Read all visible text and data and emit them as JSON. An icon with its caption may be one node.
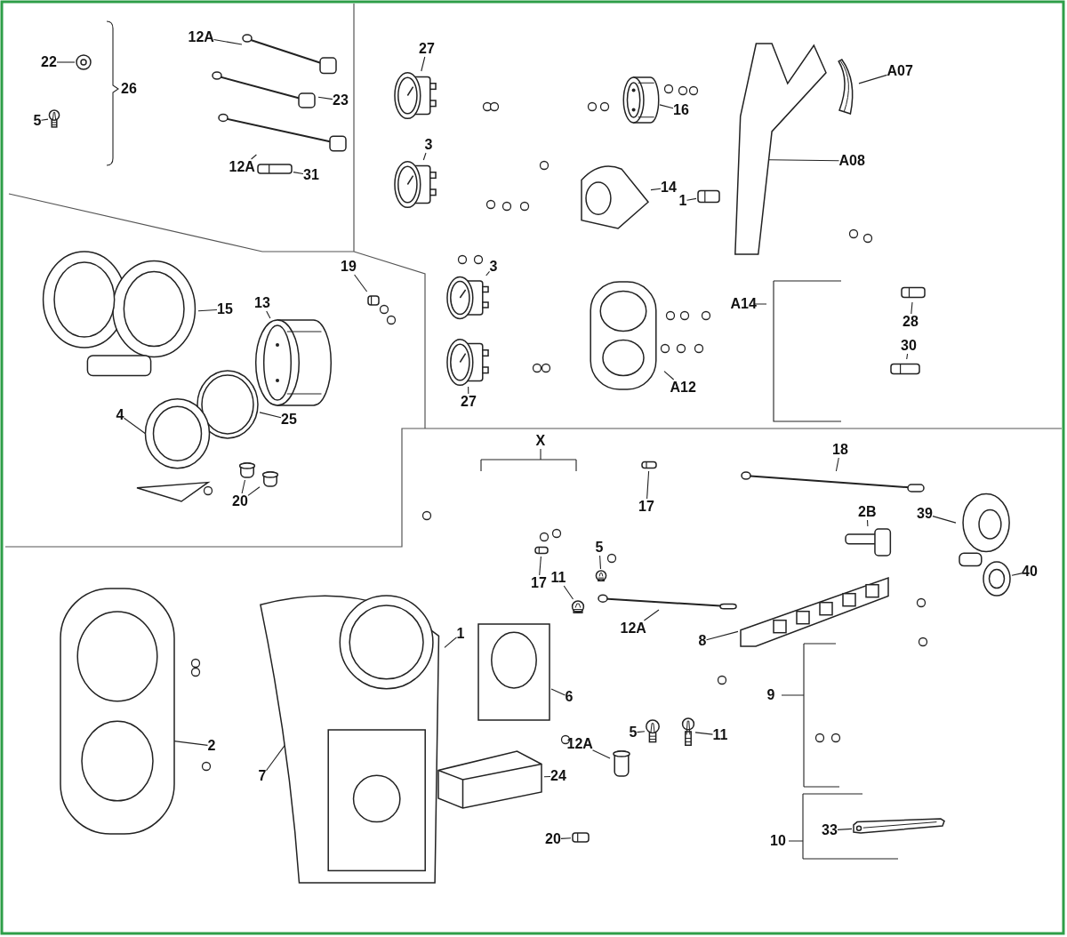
{
  "diagram": {
    "nodes": [
      {
        "text": [
          "12A"
        ]
      },
      {
        "text": [],
        "shape": "picture"
      },
      {
        "text": [
          "22"
        ]
      },
      {
        "text": [],
        "shape": "picture"
      },
      {
        "text": [
          "5"
        ]
      },
      {
        "text": [],
        "shape": "picture"
      },
      {
        "text": [
          "23"
        ]
      },
      {
        "text": [],
        "shape": "picture"
      },
      {
        "text": [
          "12A"
        ]
      },
      {
        "text": [],
        "shape": "picture"
      },
      {
        "text": [
          "31"
        ]
      },
      {
        "text": [],
        "shape": "picture"
      },
      {
        "text": [
          "27"
        ]
      },
      {
        "text": [],
        "shape": "picture"
      },
      {
        "text": [
          "16"
        ]
      },
      {
        "text": [],
        "shape": "picture"
      },
      {
        "text": [
          "3"
        ]
      },
      {
        "text": [],
        "shape": "picture"
      },
      {
        "text": [
          "14"
        ]
      },
      {
        "text": [],
        "shape": "picture"
      },
      {
        "text": [
          "1"
        ]
      },
      {
        "text": [],
        "shape": "picture"
      },
      {
        "text": [
          "A07"
        ]
      },
      {
        "text": [],
        "shape": "picture"
      },
      {
        "text": [
          "A08"
        ]
      },
      {
        "text": [],
        "shape": "picture"
      },
      {
        "text": [
          "3"
        ]
      },
      {
        "text": [],
        "shape": "picture"
      },
      {
        "text": [
          "27"
        ]
      },
      {
        "text": [],
        "shape": "picture"
      },
      {
        "text": [
          "A12"
        ]
      },
      {
        "text": [],
        "shape": "picture"
      },
      {
        "text": [
          "28"
        ]
      },
      {
        "text": [],
        "shape": "picture"
      },
      {
        "text": [
          "30"
        ]
      },
      {
        "text": [],
        "shape": "picture"
      },
      {
        "text": [
          "15"
        ]
      },
      {
        "text": [],
        "shape": "picture"
      },
      {
        "text": [
          "13"
        ]
      },
      {
        "text": [],
        "shape": "picture"
      },
      {
        "text": [
          "19"
        ]
      },
      {
        "text": [],
        "shape": "picture"
      },
      {
        "text": [
          "25"
        ]
      },
      {
        "text": [],
        "shape": "picture"
      },
      {
        "text": [
          "4"
        ]
      },
      {
        "text": [],
        "shape": "picture"
      },
      {
        "text": [
          "20"
        ]
      },
      {
        "text": [],
        "shape": "picture"
      },
      {
        "text": [],
        "shape": "picture"
      },
      {
        "text": [
          "17"
        ]
      },
      {
        "text": [],
        "shape": "picture"
      },
      {
        "text": [
          "17"
        ]
      },
      {
        "text": [],
        "shape": "picture"
      },
      {
        "text": [
          "18"
        ]
      },
      {
        "text": [],
        "shape": "picture"
      },
      {
        "text": [
          "2B"
        ]
      },
      {
        "text": [],
        "shape": "picture"
      },
      {
        "text": [
          "39"
        ]
      },
      {
        "text": [],
        "shape": "picture"
      },
      {
        "text": [
          "40"
        ]
      },
      {
        "text": [],
        "shape": "picture"
      },
      {
        "text": [
          "5"
        ]
      },
      {
        "text": [],
        "shape": "picture"
      },
      {
        "text": [
          "11"
        ]
      },
      {
        "text": [],
        "shape": "picture"
      },
      {
        "text": [
          "12A"
        ]
      },
      {
        "text": [],
        "shape": "picture"
      },
      {
        "text": [
          "8"
        ]
      },
      {
        "text": [],
        "shape": "picture"
      },
      {
        "text": [
          "1"
        ]
      },
      {
        "text": [],
        "shape": "picture"
      },
      {
        "text": [
          "7"
        ]
      },
      {
        "text": [
          "6"
        ]
      },
      {
        "text": [],
        "shape": "picture"
      },
      {
        "text": [
          "2"
        ]
      },
      {
        "text": [],
        "shape": "picture"
      },
      {
        "text": [
          "24"
        ]
      },
      {
        "text": [],
        "shape": "picture"
      },
      {
        "text": [
          "5"
        ]
      },
      {
        "text": [],
        "shape": "picture"
      },
      {
        "text": [
          "11"
        ]
      },
      {
        "text": [],
        "shape": "picture"
      },
      {
        "text": [
          "12A"
        ]
      },
      {
        "text": [],
        "shape": "picture"
      },
      {
        "text": [
          "20"
        ]
      },
      {
        "text": [],
        "shape": "picture"
      },
      {
        "text": [
          "33"
        ]
      },
      {
        "text": [],
        "shape": "picture"
      }
    ],
    "edges": [
      {
        "from": 0,
        "to": 1,
        "arrow": "none"
      },
      {
        "from": 2,
        "to": 3,
        "arrow": "none"
      },
      {
        "from": 4,
        "to": 5,
        "arrow": "none"
      },
      {
        "from": 6,
        "to": 7,
        "arrow": "none"
      },
      {
        "from": 8,
        "to": 9,
        "arrow": "none"
      },
      {
        "from": 10,
        "to": 11,
        "arrow": "none"
      },
      {
        "from": 12,
        "to": 13,
        "arrow": "none"
      },
      {
        "from": 14,
        "to": 15,
        "arrow": "none"
      },
      {
        "from": 16,
        "to": 17,
        "arrow": "none"
      },
      {
        "from": 18,
        "to": 19,
        "arrow": "none"
      },
      {
        "from": 20,
        "to": 21,
        "arrow": "none"
      },
      {
        "from": 22,
        "to": 23,
        "arrow": "none"
      },
      {
        "from": 24,
        "to": 25,
        "arrow": "none"
      },
      {
        "from": 26,
        "to": 27,
        "arrow": "none"
      },
      {
        "from": 28,
        "to": 29,
        "arrow": "none"
      },
      {
        "from": 30,
        "to": 31,
        "arrow": "none"
      },
      {
        "from": 32,
        "to": 33,
        "arrow": "none"
      },
      {
        "from": 34,
        "to": 35,
        "arrow": "none"
      },
      {
        "from": 36,
        "to": 37,
        "arrow": "none"
      },
      {
        "from": 38,
        "to": 39,
        "arrow": "none"
      },
      {
        "from": 40,
        "to": 41,
        "arrow": "none"
      },
      {
        "from": 42,
        "to": 43,
        "arrow": "none"
      },
      {
        "from": 44,
        "to": 45,
        "arrow": "none"
      },
      {
        "from": 46,
        "to": 47,
        "arrow": "none"
      },
      {
        "from": 46,
        "to": 48,
        "arrow": "none"
      },
      {
        "from": 49,
        "to": 50,
        "arrow": "none"
      },
      {
        "from": 51,
        "to": 52,
        "arrow": "none"
      },
      {
        "from": 53,
        "to": 54,
        "arrow": "none"
      },
      {
        "from": 55,
        "to": 56,
        "arrow": "none"
      },
      {
        "from": 57,
        "to": 58,
        "arrow": "none"
      },
      {
        "from": 59,
        "to": 60,
        "arrow": "none"
      },
      {
        "from": 61,
        "to": 62,
        "arrow": "none"
      },
      {
        "from": 63,
        "to": 64,
        "arrow": "none"
      },
      {
        "from": 65,
        "to": 66,
        "arrow": "none"
      },
      {
        "from": 67,
        "to": 68,
        "arrow": "none"
      },
      {
        "from": 69,
        "to": 70,
        "arrow": "none"
      },
      {
        "from": 71,
        "to": 70,
        "arrow": "none"
      },
      {
        "from": 72,
        "to": 73,
        "arrow": "none"
      },
      {
        "from": 74,
        "to": 75,
        "arrow": "none"
      },
      {
        "from": 76,
        "to": 77,
        "arrow": "none"
      },
      {
        "from": 78,
        "to": 79,
        "arrow": "none"
      },
      {
        "from": 80,
        "to": 81,
        "arrow": "none"
      },
      {
        "from": 82,
        "to": 83,
        "arrow": "none"
      },
      {
        "from": 84,
        "to": 85,
        "arrow": "none"
      },
      {
        "from": 86,
        "to": 87,
        "arrow": "none"
      }
    ],
    "labels": [
      "26",
      "A14",
      "X",
      "9",
      "10"
    ]
  }
}
